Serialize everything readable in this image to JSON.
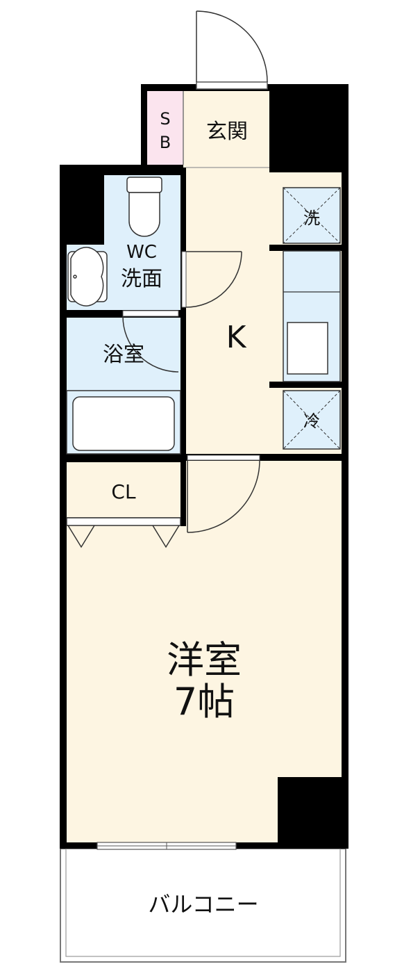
{
  "colors": {
    "wall": "#000000",
    "floor_living": "#fdf5e2",
    "wet_area": "#dff0fb",
    "storage": "#fbe4ee",
    "line": "#333333"
  },
  "rooms": {
    "entrance": "玄関",
    "shoe_box_top": "S",
    "shoe_box_bottom": "B",
    "wc_line1": "WC",
    "wc_line2": "洗面",
    "bath": "浴室",
    "kitchen": "K",
    "washer": "洗",
    "fridge": "冷",
    "closet": "CL",
    "western_room": "洋室",
    "western_room_size": "7帖",
    "balcony": "バルコニー"
  }
}
